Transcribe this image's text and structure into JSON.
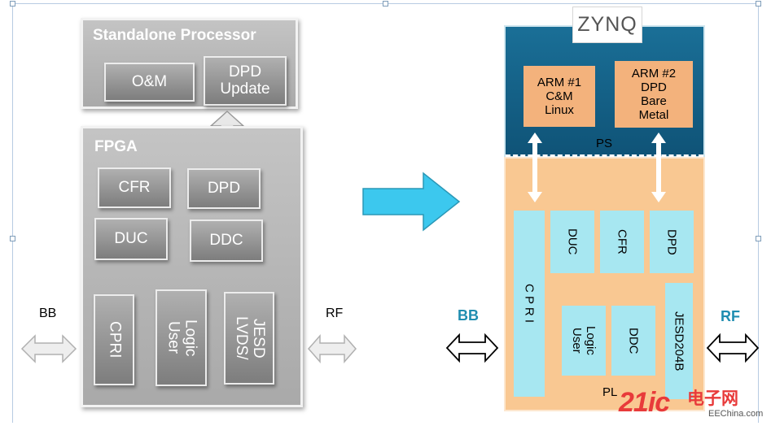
{
  "left": {
    "standalone_title": "Standalone Processor",
    "om": "O&M",
    "dpd_update_1": "DPD",
    "dpd_update_2": "Update",
    "fpga_title": "FPGA",
    "cfr": "CFR",
    "dpd": "DPD",
    "duc": "DUC",
    "ddc": "DDC",
    "cpri": "CPRI",
    "user_logic_1": "User",
    "user_logic_2": "Logic",
    "lvds_1": "LVDS/",
    "lvds_2": "JESD",
    "bb": "BB",
    "rf": "RF"
  },
  "right": {
    "brand": "ZYNQ",
    "arm1": [
      "ARM #1",
      "C&M",
      "Linux"
    ],
    "arm2": [
      "ARM #2",
      "DPD",
      "Bare",
      "Metal"
    ],
    "ps": "PS",
    "pl": "PL",
    "cpri": "C P R I",
    "duc": "DUC",
    "cfr": "CFR",
    "dpd": "DPD",
    "user_logic_1": "User",
    "user_logic_2": "Logic",
    "ddc": "DDC",
    "jesd": "JESD204B",
    "bb": "BB",
    "rf": "RF"
  },
  "watermark": {
    "logo_text": "21ic",
    "cn": "电子网",
    "domain": "EEChina.com"
  },
  "colors": {
    "accent_cyan": "#3cc8ee",
    "label_teal": "#1f8db0",
    "ps_blue": "#136491",
    "pl_orange": "#f9c892",
    "arm_orange": "#f3b27c",
    "block_cyan": "#a7e7f1"
  }
}
